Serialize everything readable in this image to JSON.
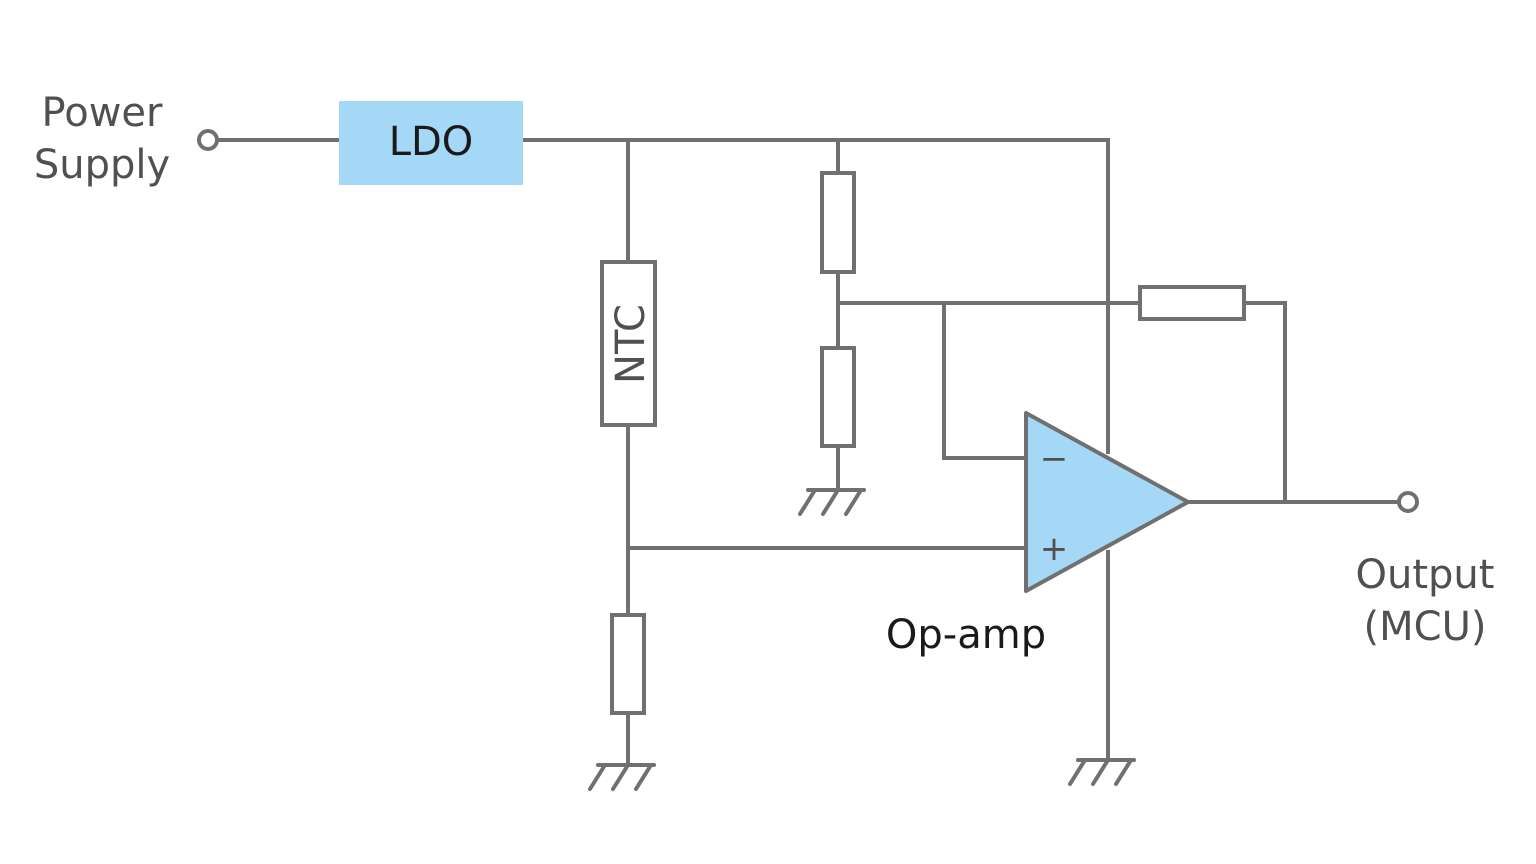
{
  "labels": {
    "power_supply_line1": "Power",
    "power_supply_line2": "Supply",
    "ldo": "LDO",
    "ntc": "NTC",
    "opamp": "Op-amp",
    "opamp_minus": "−",
    "opamp_plus": "+",
    "output_line1": "Output",
    "output_line2": "(MCU)"
  },
  "colors": {
    "wire": "#707070",
    "ldo_fill": "#a5d8f7",
    "opamp_fill": "#a5d8f7",
    "text_gray": "#505050",
    "text_dark": "#1a1a1a"
  },
  "components": {
    "regulator": "ldo-block",
    "sensor": "ntc-thermistor",
    "amplifier": "op-amp-triangle",
    "resistor_count": 4,
    "ground_count": 3,
    "terminal_count": 2
  }
}
